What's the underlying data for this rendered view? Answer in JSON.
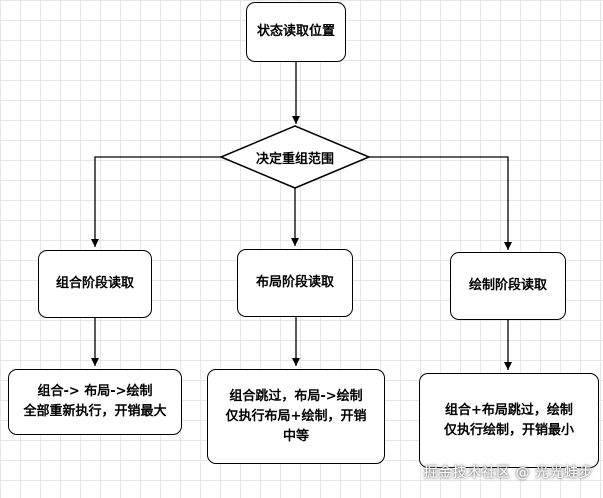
{
  "nodes": {
    "start": "状态读取位置",
    "decision": "决定重组范围",
    "read_composition": "组合阶段读取",
    "read_layout": "布局阶段读取",
    "read_draw": "绘制阶段读取",
    "result_composition": "组合-> 布局->绘制\n全部重新执行，开销最大",
    "result_layout": "组合跳过，布局->绘制\n仅执行布局+绘制，开销\n中等",
    "result_draw": "组合+布局跳过，绘制\n仅执行绘制，开销最小"
  },
  "watermark": "掘金技术社区 @ 光光蛙步",
  "colors": {
    "stroke": "#000000",
    "fill": "#ffffff",
    "grid": "#e6e6e6"
  }
}
